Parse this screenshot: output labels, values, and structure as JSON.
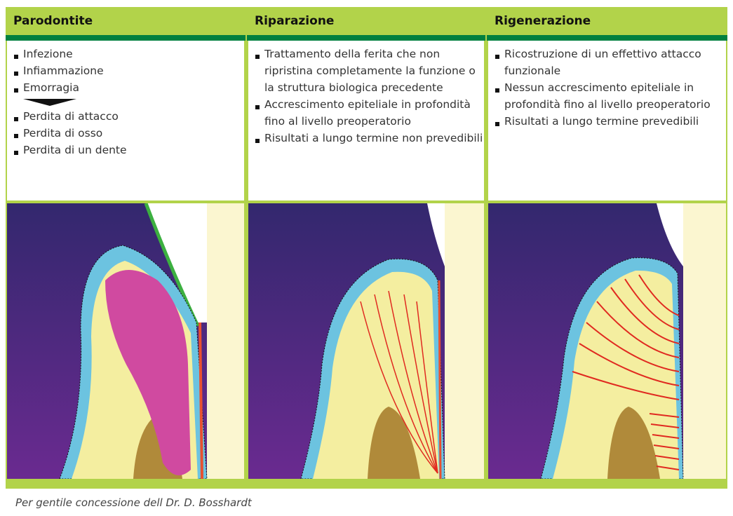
{
  "columns": [
    {
      "title": "Parodontite",
      "items_before": [
        "Infezione",
        "Infiammazione",
        "Emorragia"
      ],
      "items_after": [
        "Perdita di attacco",
        "Perdita di osso",
        "Perdita di un dente"
      ]
    },
    {
      "title": "Riparazione",
      "items": [
        "Trattamento della ferita che non ripristina completamente la funzione o la struttura biologica precedente",
        "Accrescimento epiteliale in profondità fino al livello preoperatorio",
        "Risultati a lungo termine non prevedibili"
      ]
    },
    {
      "title": "Rigenerazione",
      "items": [
        "Ricostruzione di un effettivo attacco funzionale",
        "Nessun accrescimento epiteliale in profondità fino al livello preoperatorio",
        "Risultati a lungo termine prevedibili"
      ]
    }
  ],
  "caption": "Per gentile concessione dell Dr. D. Bosshardt",
  "colors": {
    "header": "#b2d34a",
    "stripe": "#00803f",
    "background_tissue": "#3d2a78",
    "epithelium": "#6cc3e0",
    "connective": "#f4eea0",
    "bone": "#b08a3a",
    "inflammation": "#d04aa0",
    "fibers": "#e02a20",
    "tooth": "#fbf6d0"
  }
}
